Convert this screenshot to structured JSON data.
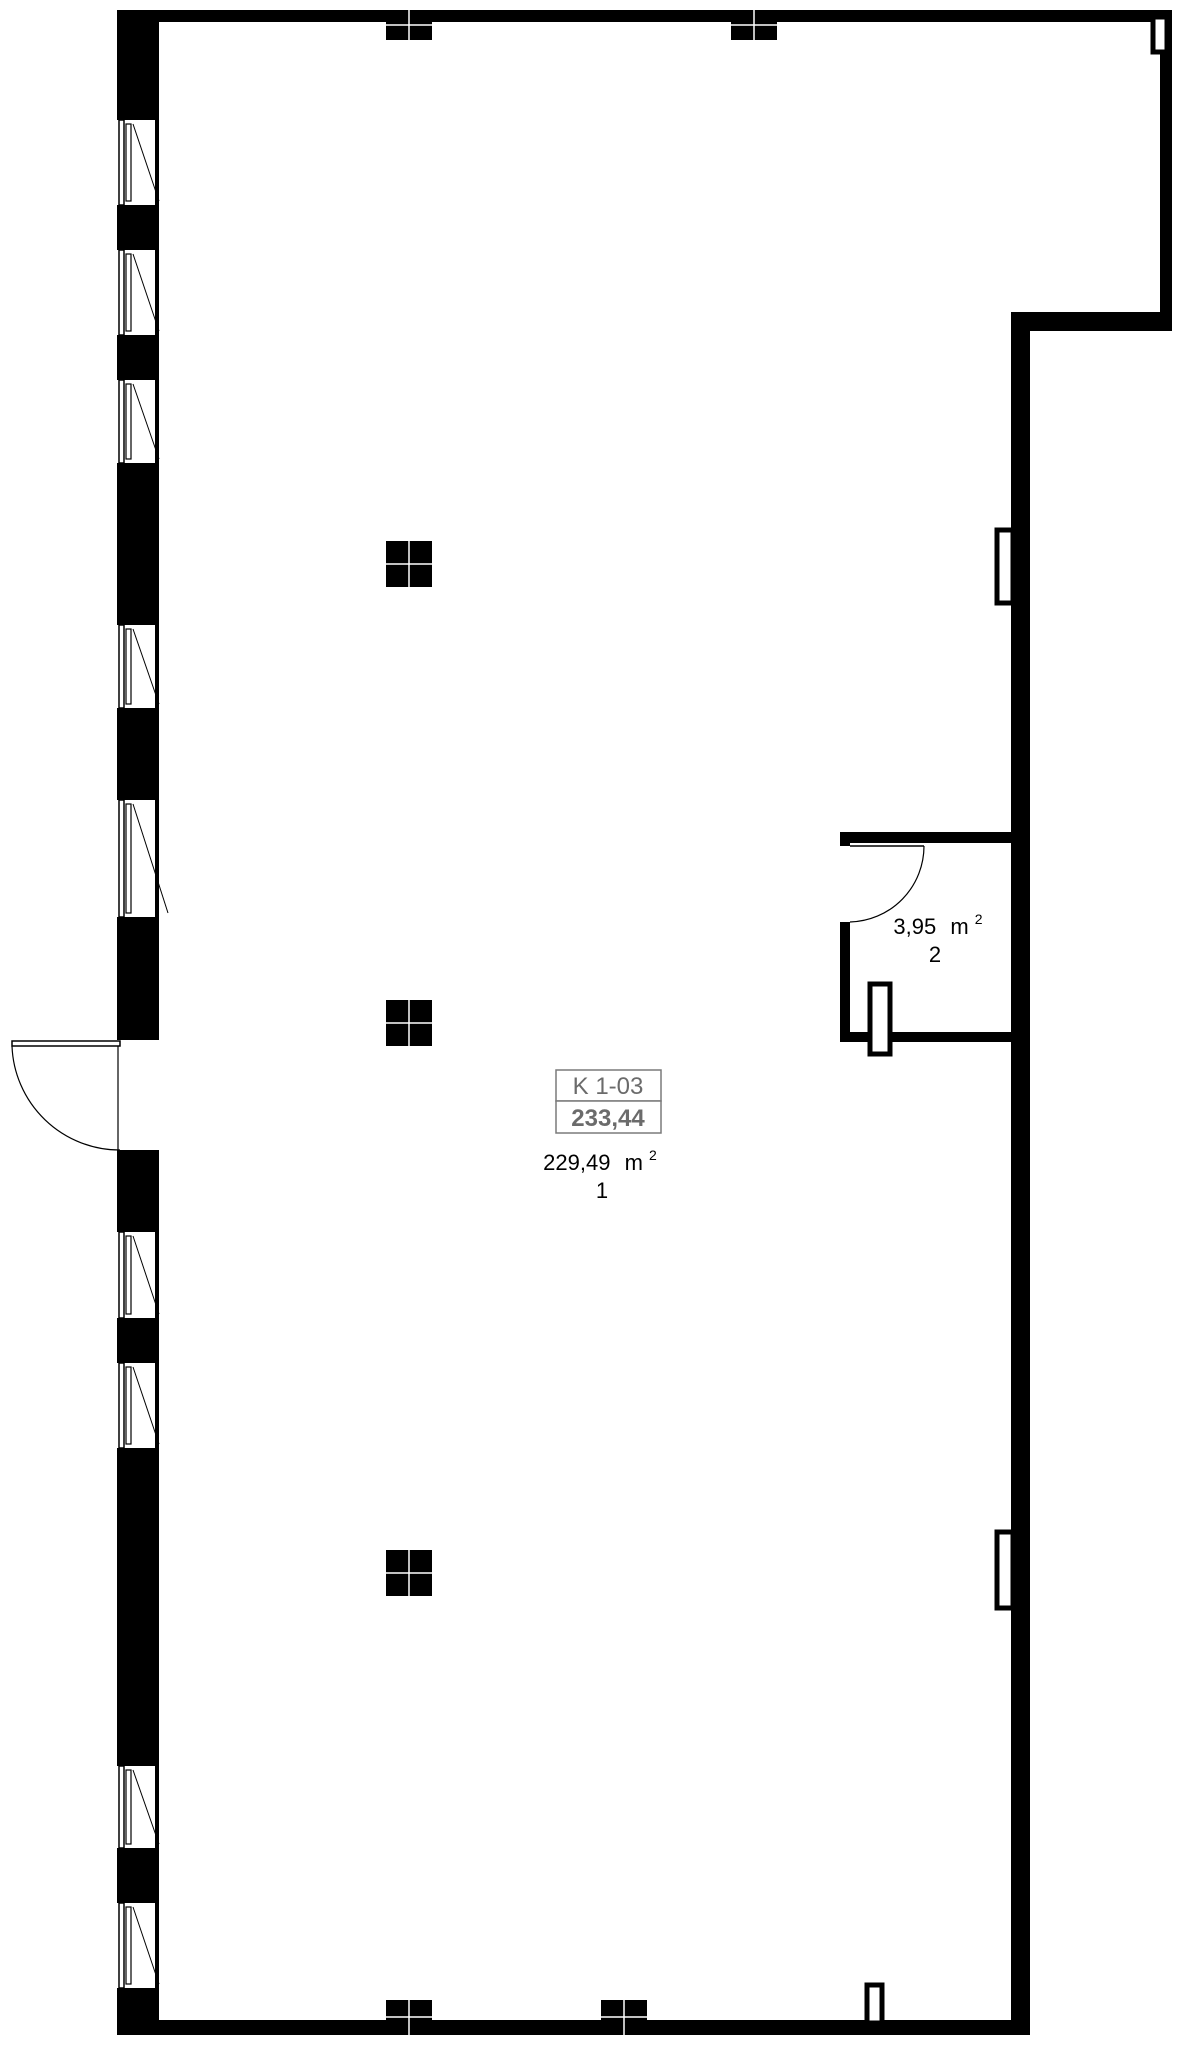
{
  "unit": {
    "code": "K 1-03",
    "total_area": "233,44"
  },
  "rooms": [
    {
      "area": "229,49",
      "unit": "m",
      "unit_sup": "2",
      "number": "1"
    },
    {
      "area": "3,95",
      "unit": "m",
      "unit_sup": "2",
      "number": "2"
    }
  ],
  "colors": {
    "wall": "#000000",
    "background": "#ffffff",
    "tag_border": "#7a7a7a",
    "tag_text": "#6b6b6b"
  }
}
